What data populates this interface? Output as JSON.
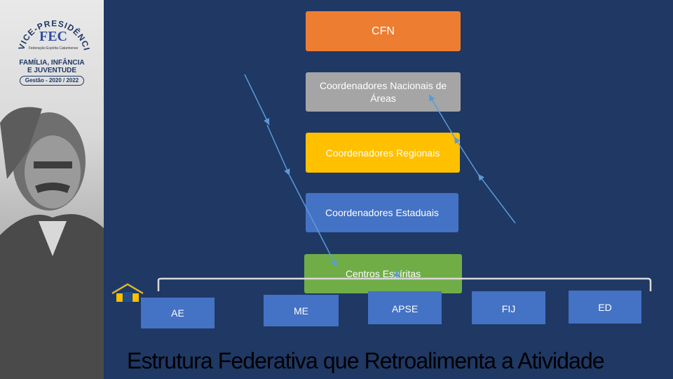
{
  "logo": {
    "arc_text": "VICE-PRESIDÊNCIA",
    "letters": "FEC",
    "caption": "Federação Espírita Catarinense"
  },
  "sidebar": {
    "line1": "FAMÍLIA, INFÂNCIA",
    "line2": "E JUVENTUDE",
    "badge": "Gestão - 2020 / 2022"
  },
  "boxes": {
    "cfn": "CFN",
    "nacionais": "Coordenadores Nacionais de Áreas",
    "regionais": "Coordenadores Regionais",
    "estaduais": "Coordenadores Estaduais",
    "centros": "Centros Espíritas"
  },
  "bottom": {
    "ae": "AE",
    "me": "ME",
    "apse": "APSE",
    "fij": "FIJ",
    "ed": "ED"
  },
  "title": "Estrutura Federativa que Retroalimenta a Atividade",
  "colors": {
    "background": "#1f3864",
    "cfn": "#ed7d31",
    "nacionais": "#a5a5a5",
    "regionais": "#ffc000",
    "estaduais": "#4472c4",
    "centros": "#70ad47",
    "arrows": "#5b9bd5"
  },
  "icons": [
    "house-icon"
  ]
}
